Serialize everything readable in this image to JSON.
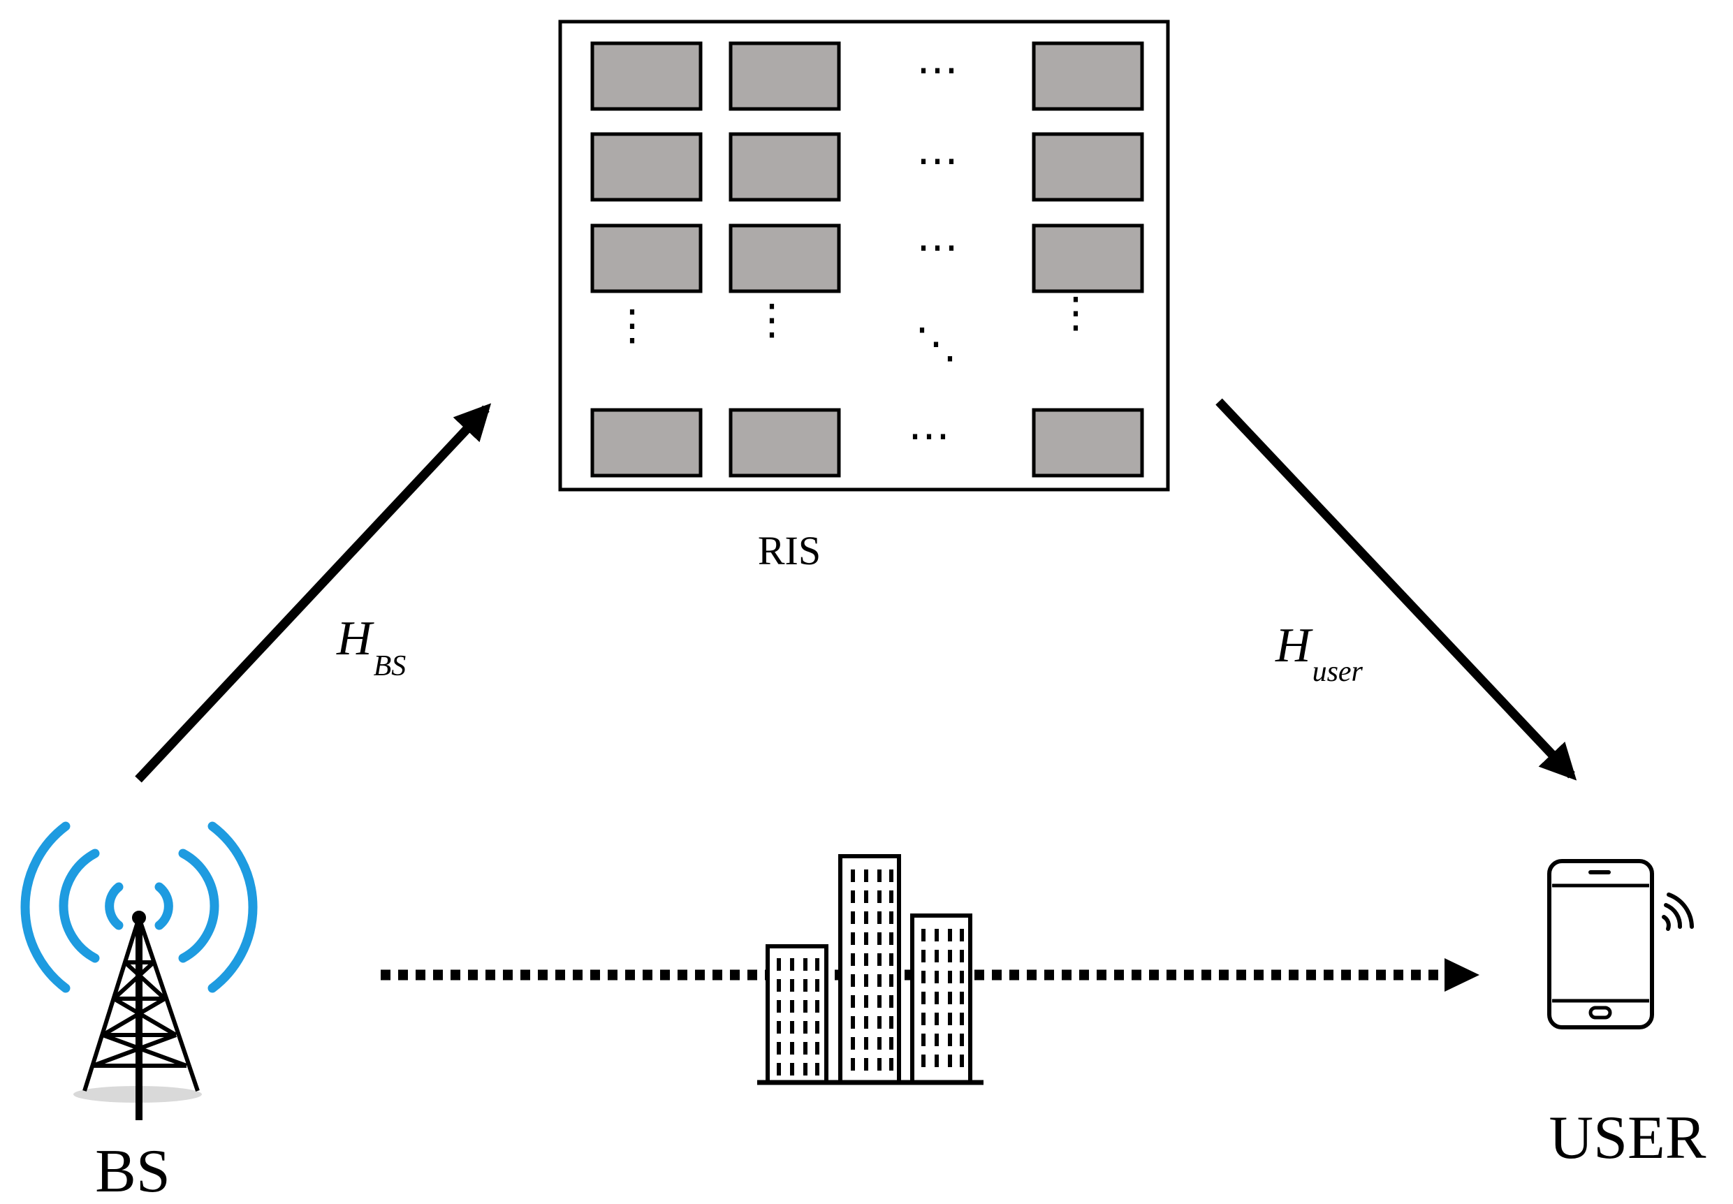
{
  "ris": {
    "label": "RIS",
    "element_color": "#ADAAA9"
  },
  "bs": {
    "label": "BS",
    "icon": "cell-tower-icon",
    "signal_color": "#1E9BE0"
  },
  "user": {
    "label": "USER",
    "icon": "smartphone-icon"
  },
  "obstacle": {
    "icon": "buildings-icon"
  },
  "channels": {
    "bs_to_ris": {
      "symbol": "H",
      "subscript": "BS"
    },
    "ris_to_user": {
      "symbol": "H",
      "subscript": "user"
    }
  },
  "ellipsis": {
    "horizontal": "⋯",
    "vertical": "⋮",
    "diagonal": "⋱"
  }
}
